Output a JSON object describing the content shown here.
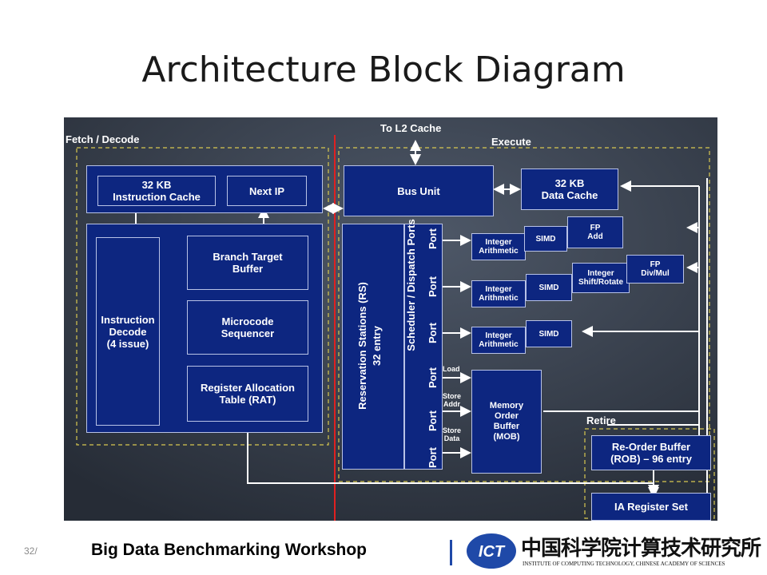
{
  "title": "Architecture Block Diagram",
  "diagram": {
    "regions": {
      "fetch_decode": "Fetch / Decode",
      "to_l2": "To L2 Cache",
      "execute": "Execute"
    },
    "blocks": {
      "icache": "32 KB\nInstruction Cache",
      "next_ip": "Next IP",
      "bus_unit": "Bus Unit",
      "dcache": "32 KB\nData Cache",
      "btb": "Branch Target\nBuffer",
      "decode": "Instruction\nDecode\n(4 issue)",
      "microcode": "Microcode\nSequencer",
      "rat": "Register Allocation\nTable (RAT)",
      "rs": "Reservation Stations (RS)\n32 entry",
      "scheduler": "Scheduler / Dispatch Ports",
      "int1": "Integer\nArithmetic",
      "simd1": "SIMD",
      "fp_add": "FP\nAdd",
      "int_shift": "Integer\nShift/Rotate",
      "fp_div": "FP\nDiv/Mul",
      "int2": "Integer\nArithmetic",
      "simd2": "SIMD",
      "int3": "Integer\nArithmetic",
      "simd3": "SIMD",
      "mob": "Memory\nOrder\nBuffer\n(MOB)",
      "rob": "Re-Order Buffer\n(ROB) – 96 entry",
      "ia_reg": "IA Register Set"
    },
    "ports": [
      "Port",
      "Port",
      "Port",
      "Port",
      "Port",
      "Port"
    ],
    "mem_labels": {
      "load": "Load",
      "store_addr": "Store\nAddr",
      "store_data": "Store\nData"
    },
    "retire": "Retire"
  },
  "footer": {
    "page_number": "32/",
    "workshop": "Big Data Benchmarking Workshop",
    "logo_chinese": "中国科学院计算技术研究所",
    "logo_english": "INSTITUTE OF COMPUTING TECHNOLOGY, CHINESE ACADEMY OF SCIENCES",
    "logo_abbrev": "ICT"
  },
  "colors": {
    "panel_bg": "#3a4250",
    "block": "#0d2680",
    "region_border": "#d8c850",
    "divider": "#e02020"
  }
}
